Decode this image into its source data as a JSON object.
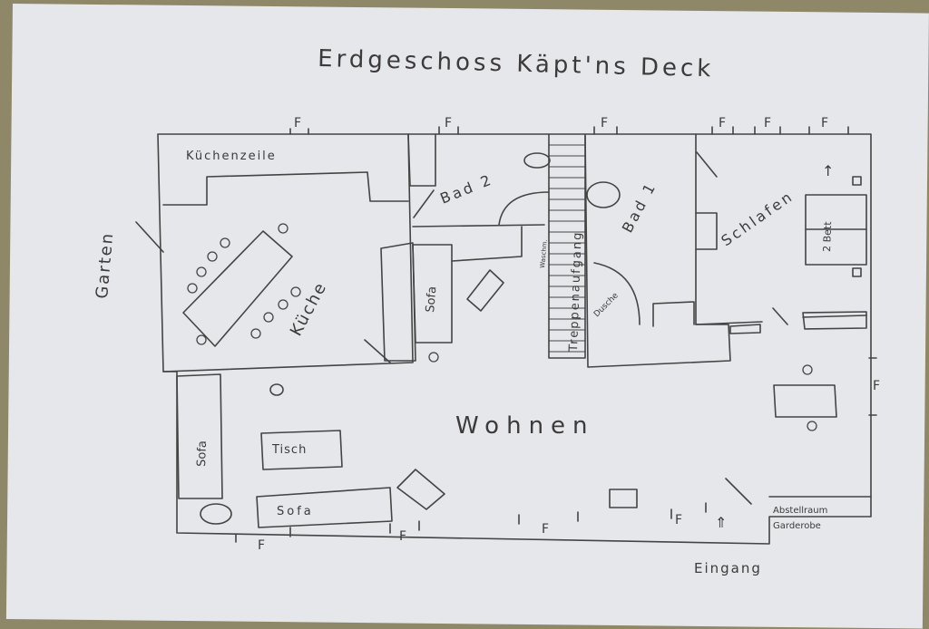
{
  "title": "Erdgeschoss Käpt'ns Deck",
  "rooms": {
    "kuechenzeile": "Küchenzeile",
    "kueche": "Küche",
    "bad2": "Bad 2",
    "bad1": "Bad 1",
    "schlafen": "Schlafen",
    "treppenaufgang": "Treppenaufgang",
    "wohnen": "Wohnen",
    "abstellraum_line1": "Abstellraum",
    "abstellraum_line2": "Garderobe"
  },
  "furniture": {
    "sofa": "Sofa",
    "tisch": "Tisch",
    "bett": "2 Bett",
    "dusche": "Dusche",
    "waschm": "Waschm."
  },
  "outside": {
    "garten": "Garten",
    "eingang": "Eingang"
  },
  "window_mark": "F"
}
